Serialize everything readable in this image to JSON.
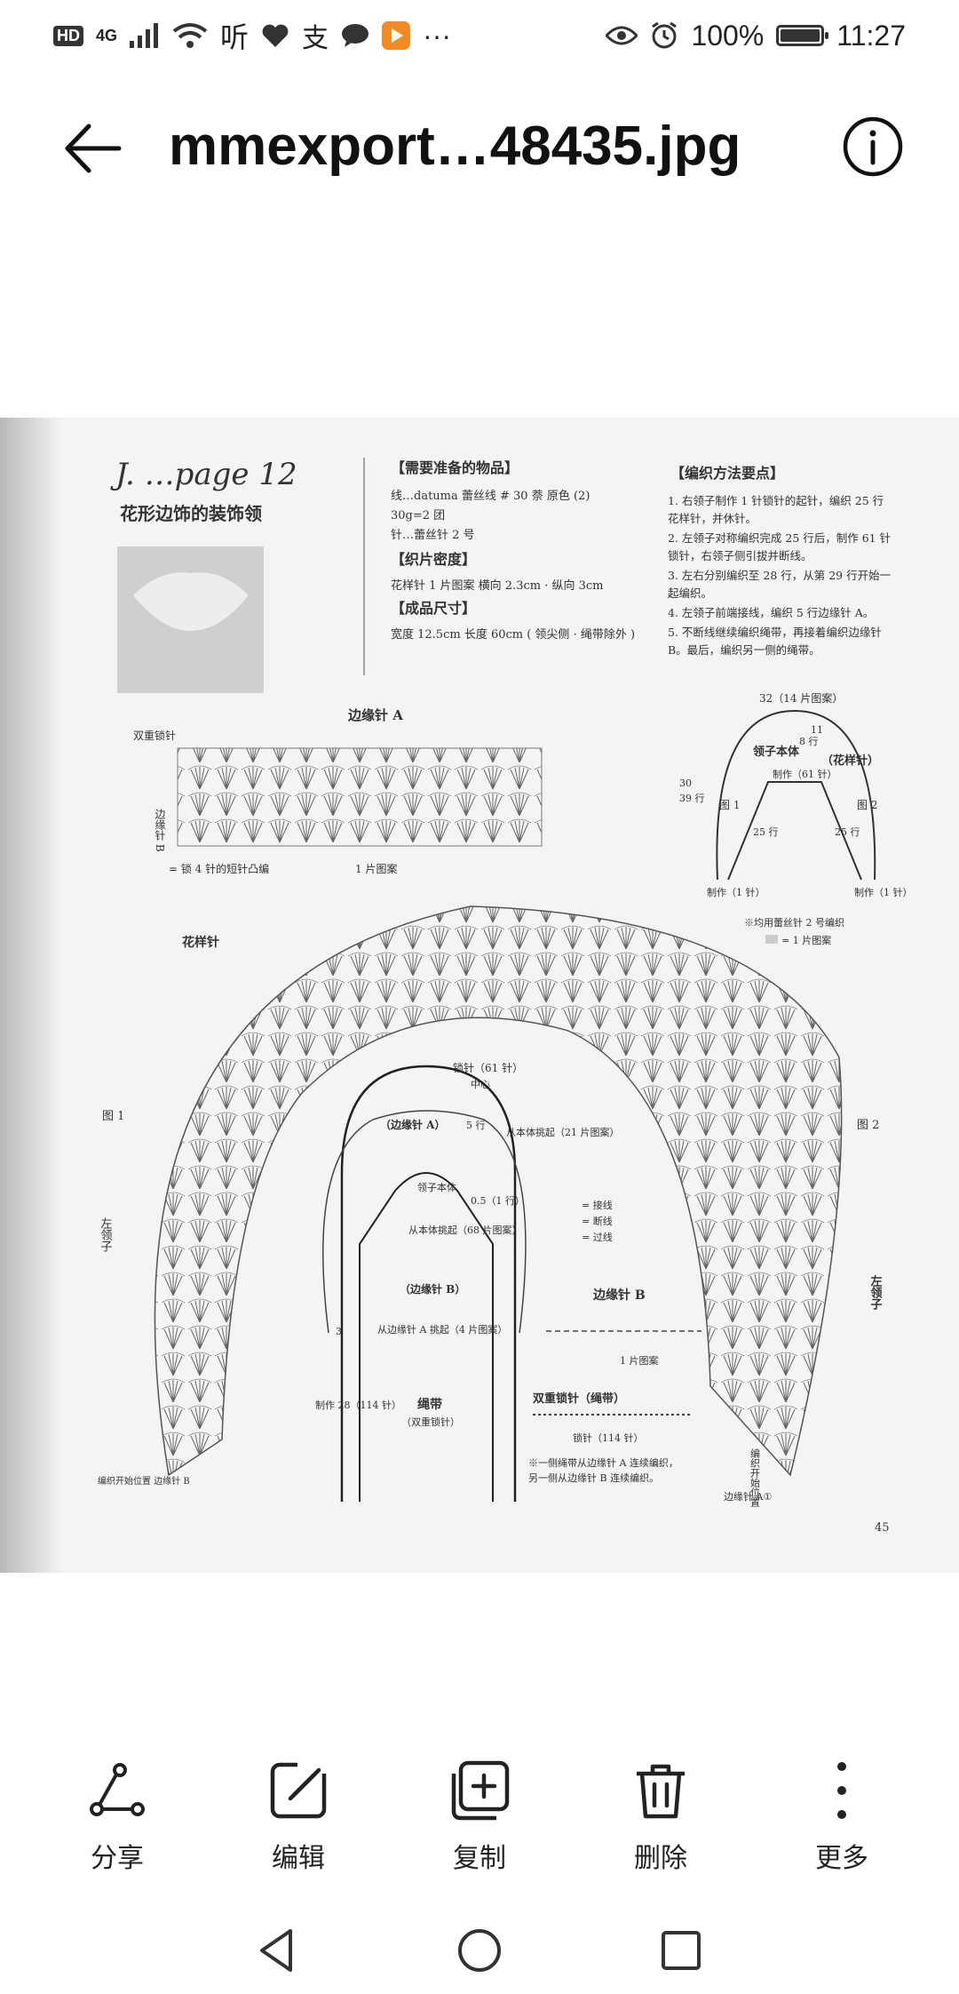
{
  "status_bar": {
    "left_badges": [
      "HD",
      "4G"
    ],
    "left_more": "···",
    "battery_percent": "100%",
    "battery_level": 1.0,
    "time": "11:27"
  },
  "header": {
    "title": "mmexport…48435.jpg",
    "back_icon": "arrow-left-icon",
    "info_icon": "info-icon"
  },
  "photo": {
    "page_tag": "J. …page 12",
    "project_title": "花形边饰的装饰领",
    "materials_heading": "【需要准备的物品】",
    "materials_lines": [
      "线…datuma 蕾丝线 # 30 萘  原色 (2)",
      "30g=2 团",
      "针…蕾丝针 2 号"
    ],
    "gauge_heading": "【织片密度】",
    "gauge_line": "花样针  1 片图案  横向 2.3cm · 纵向 3cm",
    "size_heading": "【成品尺寸】",
    "size_line": "宽度 12.5cm  长度 60cm ( 领尖侧 · 绳带除外 )",
    "method_heading": "【编织方法要点】",
    "method_lines": [
      "1. 右领子制作 1 针锁针的起针，编织 25 行",
      "花样针，并休针。",
      "2. 左领子对称编织完成 25 行后，制作 61 针",
      "锁针，右领子侧引拔并断线。",
      "3. 左右分别编织至 28 行，从第 29 行开始一",
      "起编织。",
      "4. 左领子前端接线，编织 5 行边缘针 A。",
      "5. 不断线继续编织绳带，再接着编织边缘针",
      "B。最后，编织另一侧的绳带。"
    ],
    "edge_a_label": "边缘针 A",
    "chain_label": "双重锁针",
    "edge_b_side": "边缘针 B",
    "picot_note": "= 锁 4 针的短针凸编",
    "one_pattern": "1 片图案",
    "diagram_labels": {
      "top_width": "32（14 片图案）",
      "collar_body": "领子本体",
      "pattern_stitch": "（花样针）",
      "make_61": "制作（61 针）",
      "fig1": "图 1",
      "fig2": "图 2",
      "rows_30": "30",
      "rows_39": "39 行",
      "rows_11": "11",
      "rows_8": "8 行",
      "rows_25a": "25 行",
      "rows_25b": "25 行",
      "make_1a": "制作（1 针）",
      "make_1b": "制作（1 针）",
      "hook_note": "※均用蕾丝针 2 号编织",
      "legend_square": "= 1 片图案"
    },
    "main_labels": {
      "pattern_stitch": "花样针",
      "chain_61": "锁针（61 针）",
      "center": "中心",
      "fig1": "图 1",
      "fig2": "图 2",
      "left_collar": "左领子",
      "left_collar_side": "左领子",
      "edge_a_paren": "（边缘针 A）",
      "rows_5": "5 行",
      "pick_from_body_21": "从本体挑起（21 片图案）",
      "collar_body": "领子本体",
      "rows_05": "0.5（1 行）",
      "pick_from_body_68": "从本体挑起（68 片图案）",
      "edge_b_paren": "（边缘针 B）",
      "pick_from_edge_a": "从边缘针 A 挑起（4 片图案）",
      "num_3": "3",
      "make_28": "制作 28（114 针）",
      "cord": "绳带",
      "double_chain_paren": "（双重锁针）",
      "legend_join": "= 接线",
      "legend_cut": "= 断线",
      "legend_slip": "= 过线",
      "edge_b_title": "边缘针 B",
      "one_pattern": "1 片图案",
      "double_chain_cord": "双重锁针（绳带）",
      "chain_114": "锁针（114 针）",
      "cord_note_1": "※一侧绳带从边缘针 A 连续编织，",
      "cord_note_2": "另一侧从边缘针 B 连续编织。",
      "start_pos": "编织开始位置",
      "edge_a_1": "边缘针 A①",
      "edge_b_1": "编织开始位置 边缘针 B",
      "page_number": "45"
    }
  },
  "toolbar": {
    "items": [
      {
        "label": "分享",
        "icon": "share-icon"
      },
      {
        "label": "编辑",
        "icon": "edit-icon"
      },
      {
        "label": "复制",
        "icon": "copy-icon"
      },
      {
        "label": "删除",
        "icon": "delete-icon"
      },
      {
        "label": "更多",
        "icon": "more-icon"
      }
    ]
  },
  "nav": {
    "back": "triangle-back-icon",
    "home": "circle-home-icon",
    "recents": "square-recents-icon"
  }
}
